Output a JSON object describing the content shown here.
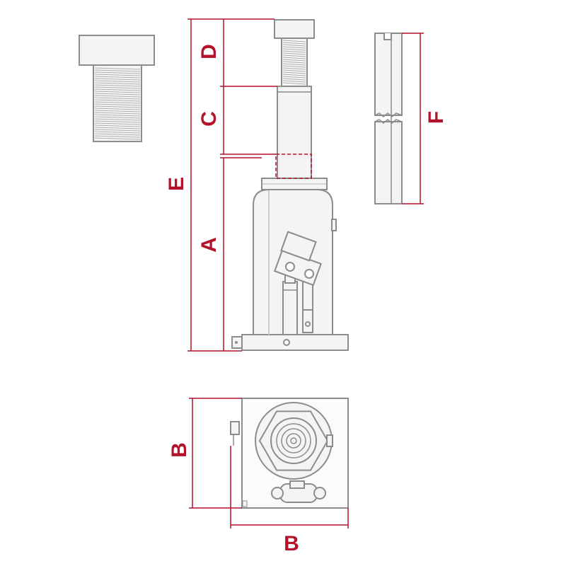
{
  "colors": {
    "dimension": "#b3122a",
    "outline": "#8c8c8c",
    "fill": "#f4f4f4",
    "hidden": "#b3122a",
    "background": "#ffffff"
  },
  "labels": {
    "a": "A",
    "b_side": "B",
    "b_bottom": "B",
    "c": "C",
    "d": "D",
    "e": "E",
    "f": "F"
  }
}
